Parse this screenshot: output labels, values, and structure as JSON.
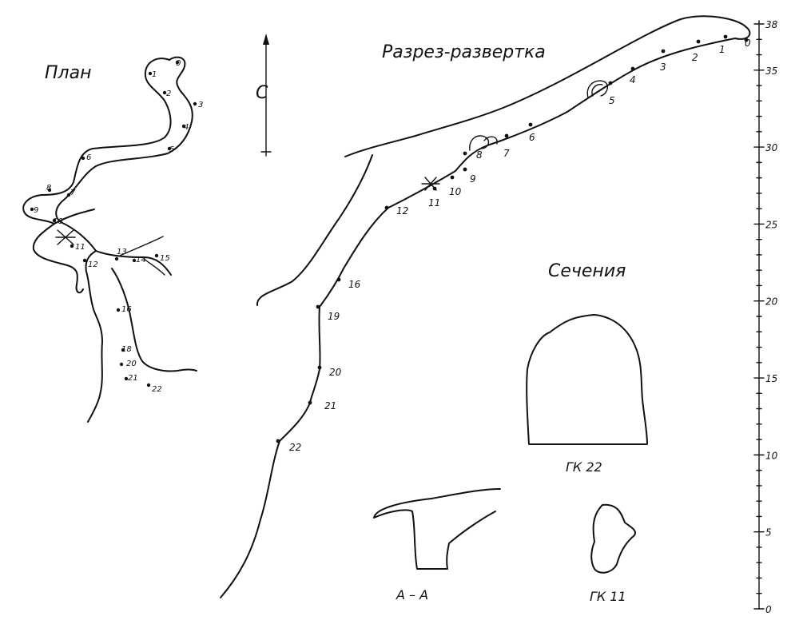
{
  "titles": {
    "plan": "План",
    "section_profile": "Разрез-развертка",
    "cross_sections": "Сечения",
    "north": "С"
  },
  "section_labels": {
    "aa": "А – А",
    "gk22": "ГК 22",
    "gk11": "ГК 11"
  },
  "scale": {
    "ticks": [
      "0",
      "5",
      "10",
      "15",
      "20",
      "25",
      "30",
      "35",
      "38"
    ]
  },
  "plan_stations": [
    "0",
    "1",
    "2",
    "3",
    "4",
    "5",
    "6",
    "7",
    "8",
    "9",
    "10",
    "11",
    "12",
    "13",
    "14",
    "15",
    "16",
    "18",
    "20",
    "21",
    "22"
  ],
  "profile_stations": [
    "0",
    "1",
    "2",
    "3",
    "4",
    "5",
    "6",
    "7",
    "8",
    "9",
    "10",
    "11",
    "12",
    "16",
    "19",
    "20",
    "21",
    "22"
  ]
}
